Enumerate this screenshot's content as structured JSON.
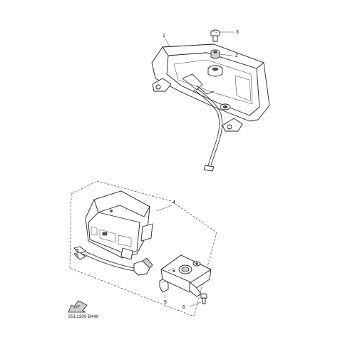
{
  "callouts": {
    "c1": "1",
    "c2": "2",
    "c3": "3",
    "c4": "4",
    "c5": "5",
    "c6": "6"
  },
  "fwd_label": "FWD",
  "diagram_code": "5SL1300-B440"
}
